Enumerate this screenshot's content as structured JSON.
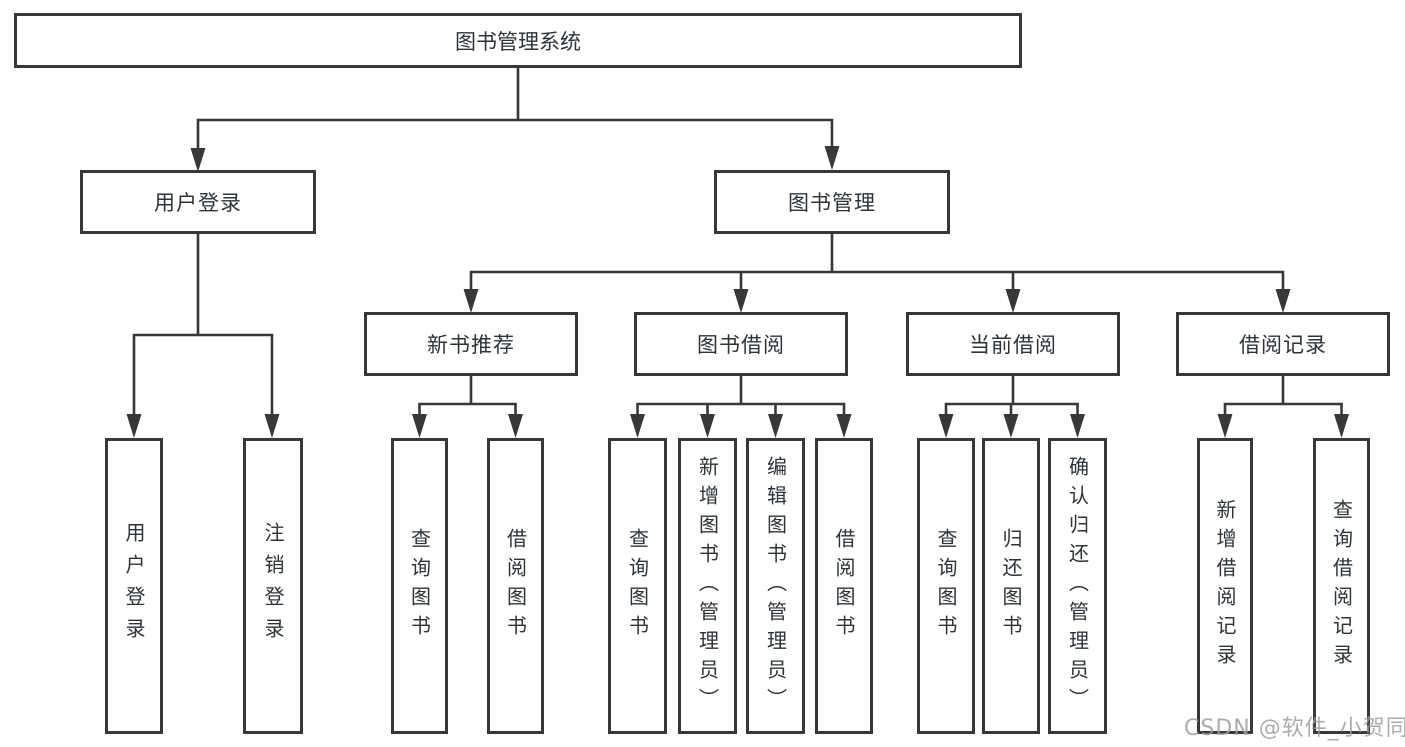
{
  "diagram": {
    "root": {
      "label": "图书管理系统"
    },
    "branches": [
      {
        "label": "用户登录",
        "children": [
          {
            "label": "用户登录"
          },
          {
            "label": "注销登录"
          }
        ]
      },
      {
        "label": "图书管理",
        "children": [
          {
            "label": "新书推荐",
            "children": [
              {
                "label": "查询图书"
              },
              {
                "label": "借阅图书"
              }
            ]
          },
          {
            "label": "图书借阅",
            "children": [
              {
                "label": "查询图书"
              },
              {
                "label": "新增图书（管理员）"
              },
              {
                "label": "编辑图书（管理员）"
              },
              {
                "label": "借阅图书"
              }
            ]
          },
          {
            "label": "当前借阅",
            "children": [
              {
                "label": "查询图书"
              },
              {
                "label": "归还图书"
              },
              {
                "label": "确认归还（管理员）"
              }
            ]
          },
          {
            "label": "借阅记录",
            "children": [
              {
                "label": "新增借阅记录"
              },
              {
                "label": "查询借阅记录"
              }
            ]
          }
        ]
      }
    ]
  },
  "watermark": {
    "text": "CSDN @软件_小贺同学"
  },
  "colors": {
    "line": "#383838",
    "box_border": "#383838",
    "text": "#2e3338",
    "background": "#ffffff",
    "watermark": "#9e9e9e"
  }
}
